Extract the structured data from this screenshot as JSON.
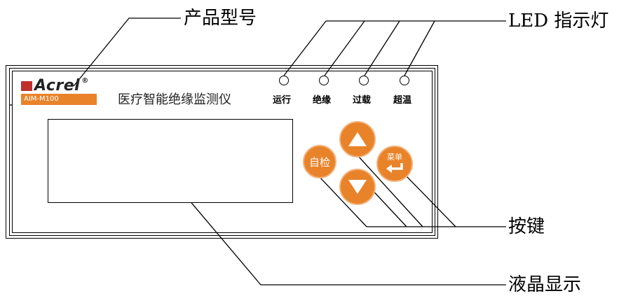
{
  "callouts": {
    "model": "产品型号",
    "led": "LED 指示灯",
    "keys": "按键",
    "lcd": "液晶显示"
  },
  "device": {
    "brand": "Acrel",
    "reg_mark": "®",
    "model": "AIM-M100",
    "name": "医疗智能绝缘监测仪",
    "leds": [
      {
        "label": "运行"
      },
      {
        "label": "绝缘"
      },
      {
        "label": "过载"
      },
      {
        "label": "超温"
      }
    ],
    "buttons": {
      "self_test": "自检",
      "up_icon": "triangle-up-icon",
      "down_icon": "triangle-down-icon",
      "menu": "菜单",
      "enter_icon": "enter-arrow-icon"
    }
  },
  "colors": {
    "accent": "#e8832a",
    "button_rim": "#f3b37c"
  }
}
